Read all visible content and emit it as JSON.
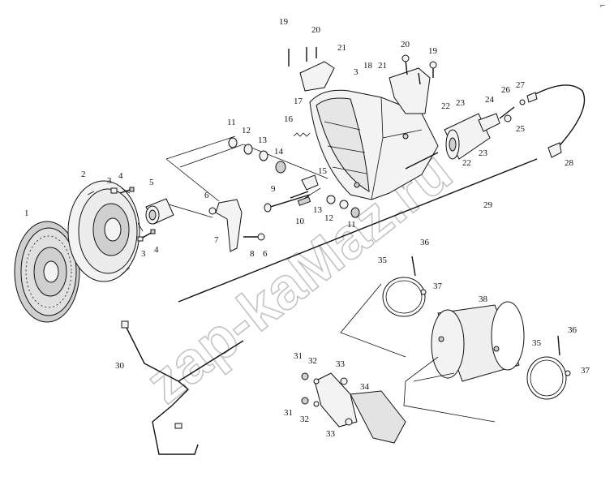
{
  "watermark": "zap-kaМаz.ru",
  "corner_mark": "⌐",
  "callouts": [
    {
      "id": "c1",
      "text": "1"
    },
    {
      "id": "c2",
      "text": "2"
    },
    {
      "id": "c3a",
      "text": "3"
    },
    {
      "id": "c4a",
      "text": "4"
    },
    {
      "id": "c5",
      "text": "5"
    },
    {
      "id": "c3b",
      "text": "3"
    },
    {
      "id": "c4b",
      "text": "4"
    },
    {
      "id": "c6a",
      "text": "6"
    },
    {
      "id": "c7",
      "text": "7"
    },
    {
      "id": "c8",
      "text": "8"
    },
    {
      "id": "c6b",
      "text": "6"
    },
    {
      "id": "c9",
      "text": "9"
    },
    {
      "id": "c10",
      "text": "10"
    },
    {
      "id": "c11a",
      "text": "11"
    },
    {
      "id": "c12a",
      "text": "12"
    },
    {
      "id": "c13a",
      "text": "13"
    },
    {
      "id": "c14",
      "text": "14"
    },
    {
      "id": "c15",
      "text": "15"
    },
    {
      "id": "c12b",
      "text": "12"
    },
    {
      "id": "c13b",
      "text": "13"
    },
    {
      "id": "c11b",
      "text": "11"
    },
    {
      "id": "c16",
      "text": "16"
    },
    {
      "id": "c17",
      "text": "17"
    },
    {
      "id": "c3c",
      "text": "3"
    },
    {
      "id": "c18",
      "text": "18"
    },
    {
      "id": "c19a",
      "text": "19"
    },
    {
      "id": "c20a",
      "text": "20"
    },
    {
      "id": "c21a",
      "text": "21"
    },
    {
      "id": "c20b",
      "text": "20"
    },
    {
      "id": "c21b",
      "text": "21"
    },
    {
      "id": "c19b",
      "text": "19"
    },
    {
      "id": "c22a",
      "text": "22"
    },
    {
      "id": "c23a",
      "text": "23"
    },
    {
      "id": "c24",
      "text": "24"
    },
    {
      "id": "c26",
      "text": "26"
    },
    {
      "id": "c27",
      "text": "27"
    },
    {
      "id": "c25",
      "text": "25"
    },
    {
      "id": "c23b",
      "text": "23"
    },
    {
      "id": "c22b",
      "text": "22"
    },
    {
      "id": "c28",
      "text": "28"
    },
    {
      "id": "c29",
      "text": "29"
    },
    {
      "id": "c35a",
      "text": "35"
    },
    {
      "id": "c36a",
      "text": "36"
    },
    {
      "id": "c37a",
      "text": "37"
    },
    {
      "id": "c38",
      "text": "38"
    },
    {
      "id": "c35b",
      "text": "35"
    },
    {
      "id": "c36b",
      "text": "36"
    },
    {
      "id": "c37b",
      "text": "37"
    },
    {
      "id": "c30",
      "text": "30"
    },
    {
      "id": "c31a",
      "text": "31"
    },
    {
      "id": "c32a",
      "text": "32"
    },
    {
      "id": "c33a",
      "text": "33"
    },
    {
      "id": "c34",
      "text": "34"
    },
    {
      "id": "c31b",
      "text": "31"
    },
    {
      "id": "c32b",
      "text": "32"
    },
    {
      "id": "c33b",
      "text": "33"
    }
  ]
}
